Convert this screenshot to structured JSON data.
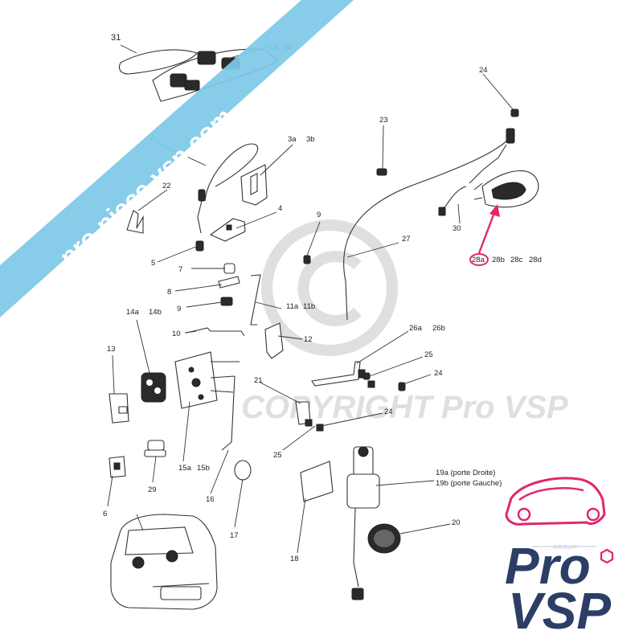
{
  "diagram": {
    "labels": {
      "p31": "31",
      "p1a": "1a",
      "p1b": "1b",
      "p24_top": "24",
      "p23": "23",
      "p2": "2",
      "p3a": "3a",
      "p3b": "3b",
      "p22": "22",
      "p4": "4",
      "p9_top": "9",
      "p30": "30",
      "p27": "27",
      "p5": "5",
      "p28a": "28a",
      "p28b": "28b",
      "p28c": "28c",
      "p28d": "28d",
      "p7": "7",
      "p8": "8",
      "p9": "9",
      "p11a": "11a",
      "p11b": "11b",
      "p14a": "14a",
      "p14b": "14b",
      "p10": "10",
      "p12": "12",
      "p26a": "26a",
      "p26b": "26b",
      "p13": "13",
      "p25_right": "25",
      "p24_mid": "24",
      "p21": "21",
      "p24_low": "24",
      "p25_low": "25",
      "p15a": "15a",
      "p15b": "15b",
      "p29": "29",
      "p16": "16",
      "p6": "6",
      "p17": "17",
      "p19a": "19a (porte Droite)",
      "p19b": "19b (porte Gauche)",
      "p20": "20",
      "p18": "18"
    }
  },
  "watermarks": {
    "banner": "pro-piece-vsp.com",
    "copyright": "COPYRIGHT Pro VSP"
  },
  "logo": {
    "group": "GROUP",
    "pro": "Pro",
    "vsp": "VSP"
  },
  "colors": {
    "banner": "#7ec8e6",
    "highlight": "#e2266f",
    "logo_pink": "#e2266f",
    "logo_navy": "#2c3e66"
  }
}
